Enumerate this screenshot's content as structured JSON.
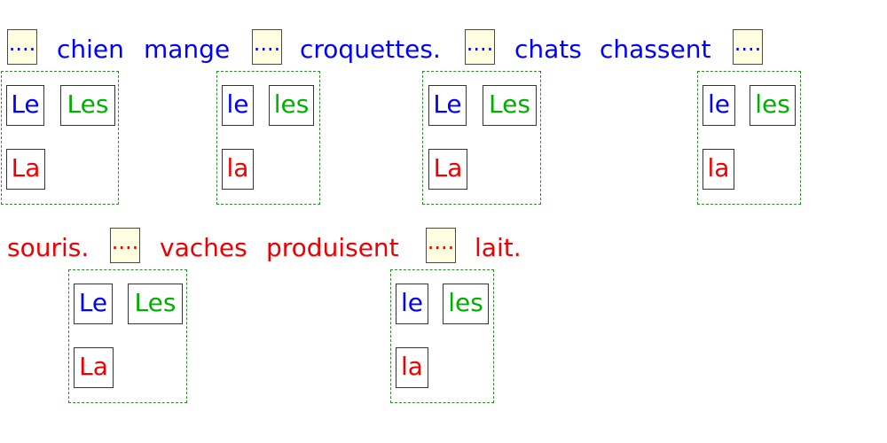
{
  "colors": {
    "masculine": "#0000ff",
    "plural": "#00b000",
    "feminine": "#ee0000",
    "blank_fill": "#ffffe0",
    "choices_border": "#2e8b2e"
  },
  "sentence": {
    "words": [
      "chien",
      "mange",
      "croquettes.",
      "chats",
      "chassent",
      "souris.",
      "vaches",
      "produisent",
      "lait."
    ],
    "blank_text": "...."
  },
  "choice_sets": {
    "capitalized": [
      "Le",
      "Les",
      "La"
    ],
    "lowercase": [
      "le",
      "les",
      "la"
    ]
  }
}
